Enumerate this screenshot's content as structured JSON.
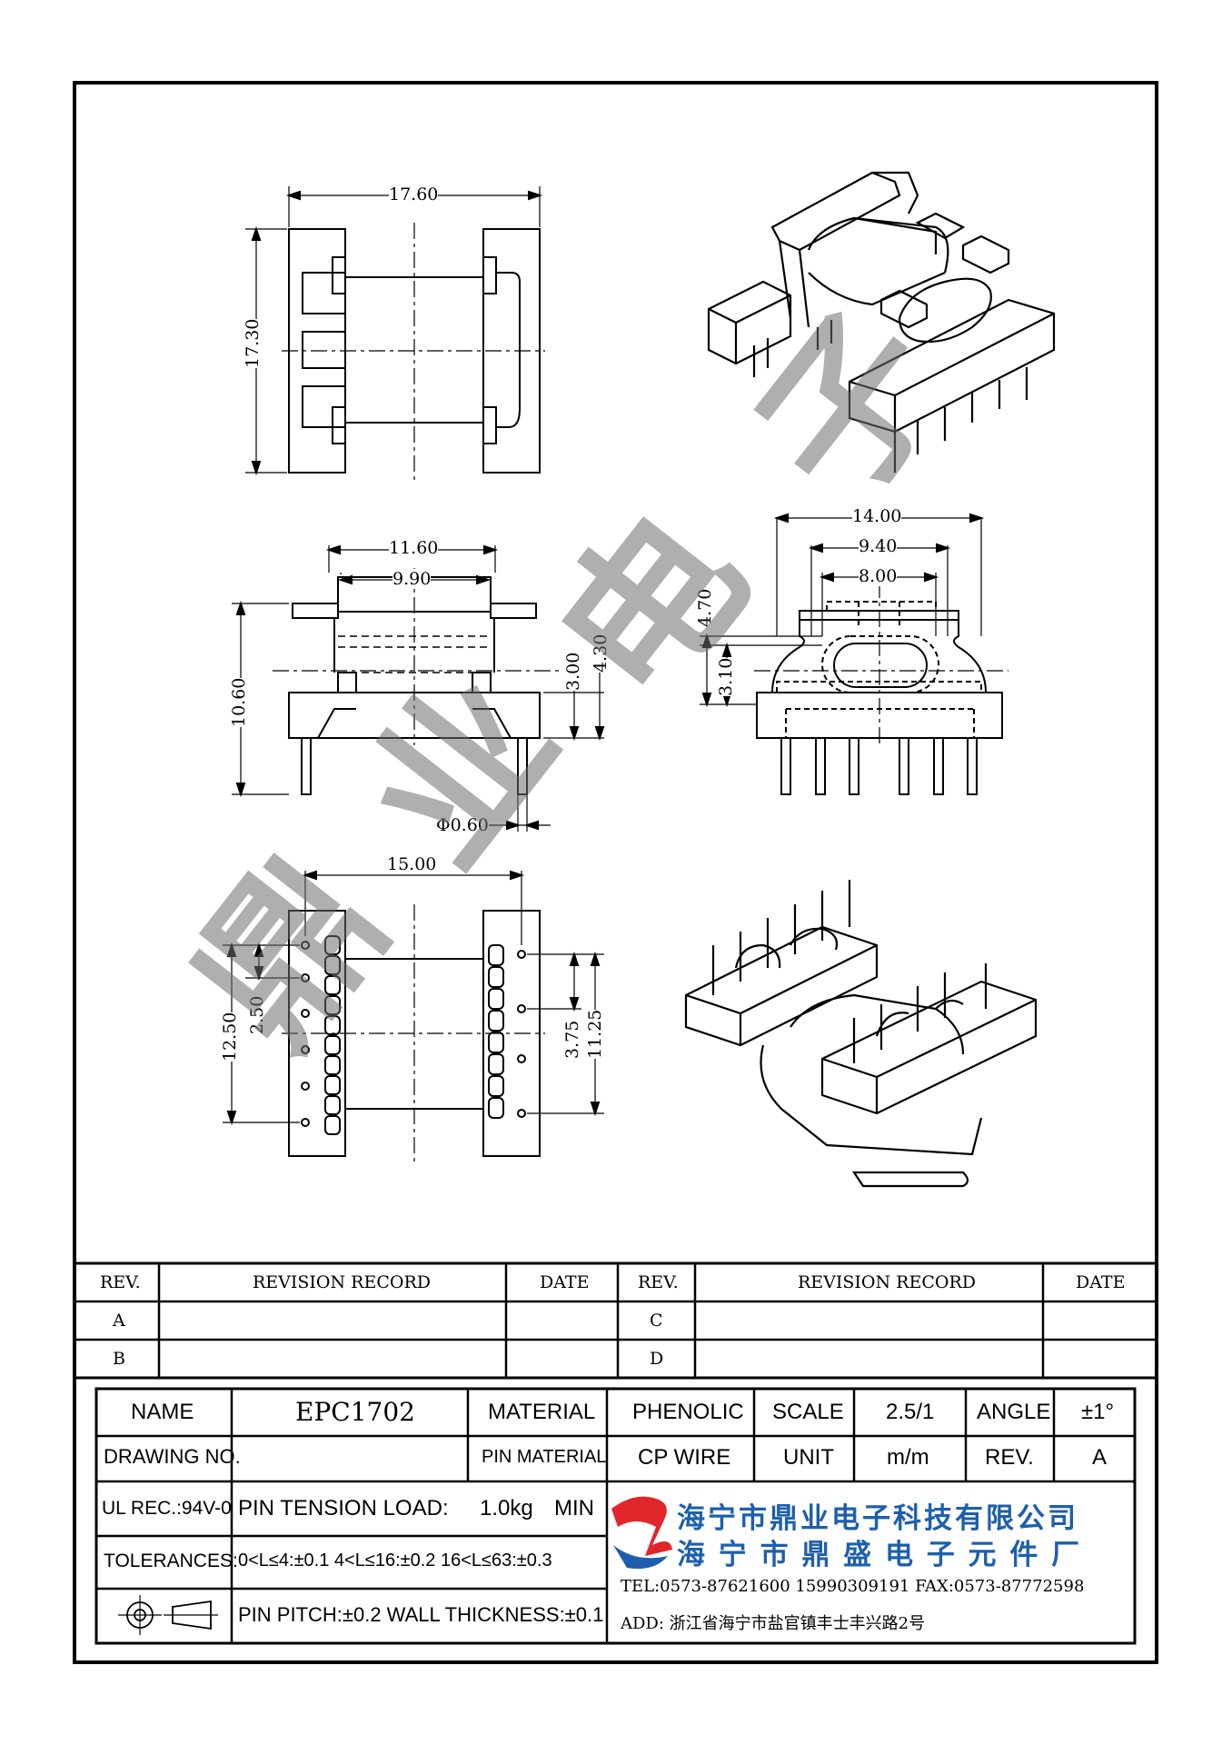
{
  "watermark": [
    "鼎",
    "业",
    "电",
    "子"
  ],
  "dimensions": {
    "top_view": {
      "width": "17.60",
      "height": "17.30"
    },
    "front_view": {
      "outer": "11.60",
      "inner": "9.90",
      "height": "10.60",
      "pin_dia": "Φ0.60",
      "h1": "3.00",
      "h2": "4.30"
    },
    "side_view": {
      "w1": "14.00",
      "w2": "9.40",
      "w3": "8.00",
      "h1": "4.70",
      "h2": "3.10"
    },
    "bottom_view": {
      "width": "15.00",
      "left_span": "12.50",
      "left_pitch": "2.50",
      "right_pitch": "3.75",
      "right_span": "11.25"
    }
  },
  "revision_table": {
    "headers": [
      "REV.",
      "REVISION RECORD",
      "DATE",
      "REV.",
      "REVISION RECORD",
      "DATE"
    ],
    "rows": [
      [
        "A",
        "",
        "",
        "C",
        "",
        ""
      ],
      [
        "B",
        "",
        "",
        "D",
        "",
        ""
      ]
    ]
  },
  "title_block": {
    "name_label": "NAME",
    "name_value": "EPC1702",
    "material_label": "MATERIAL",
    "material_value": "PHENOLIC",
    "scale_label": "SCALE",
    "scale_value": "2.5/1",
    "angle_label": "ANGLE",
    "angle_value": "±1°",
    "drawing_no_label": "DRAWING NO.",
    "drawing_no_value": "",
    "pin_material_label": "PIN MATERIAL",
    "pin_material_value": "CP WIRE",
    "unit_label": "UNIT",
    "unit_value": "m/m",
    "rev_label": "REV.",
    "rev_value": "A",
    "ul_rec": "UL REC.:94V-0",
    "pin_tension": "PIN TENSION LOAD:",
    "pin_tension_value": "1.0kg",
    "pin_tension_unit": "MIN",
    "tolerances_label": "TOLERANCES:",
    "tolerances_value": "0<L≤4:±0.1  4<L≤16:±0.2  16<L≤63:±0.3",
    "pin_pitch": "PIN PITCH:±0.2 WALL THICKNESS:±0.1",
    "company_line1": "海宁市鼎业电子科技有限公司",
    "company_line2": "海 宁 市 鼎 盛 电 子 元 件 厂",
    "tel": "TEL:0573-87621600 15990309191  FAX:0573-87772598",
    "addr": "ADD: 浙江省海宁市盐官镇丰士丰兴路2号"
  },
  "colors": {
    "logo_red": "#e0262b",
    "logo_blue": "#1d5fae",
    "line": "#000000"
  }
}
